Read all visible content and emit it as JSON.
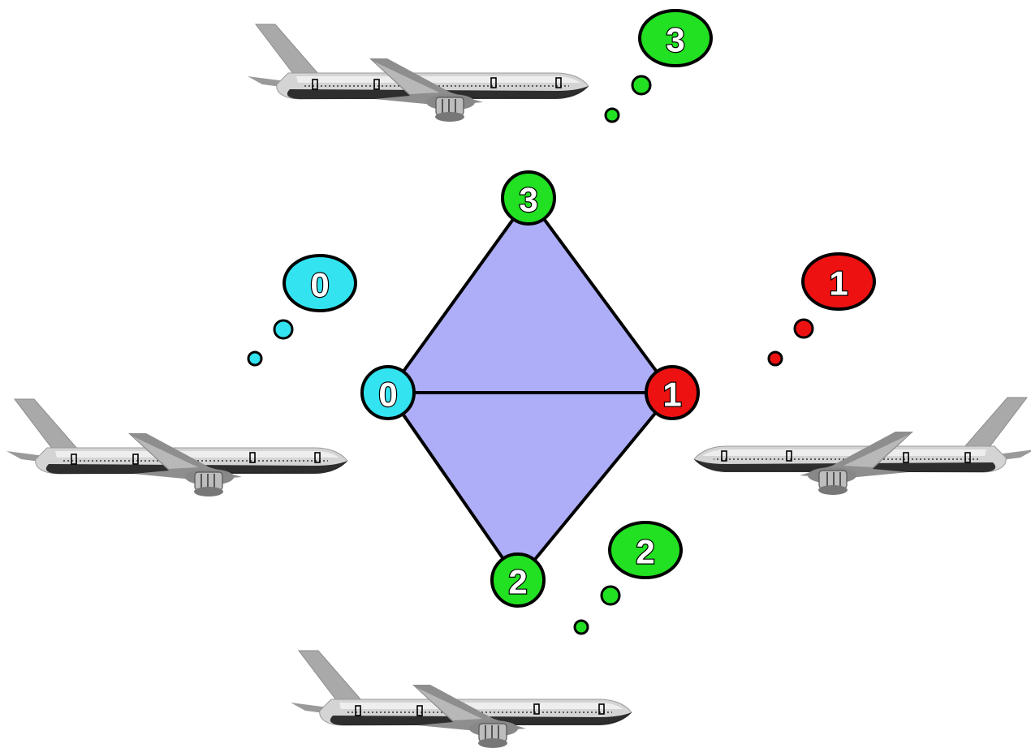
{
  "colors": {
    "cyan": "#33e3f0",
    "red": "#ee1111",
    "green": "#22e022",
    "fill": "#aeaef8",
    "outline": "#000000"
  },
  "graph": {
    "nodes": [
      {
        "id": "0",
        "label": "0",
        "color": "cyan"
      },
      {
        "id": "1",
        "label": "1",
        "color": "red"
      },
      {
        "id": "2",
        "label": "2",
        "color": "green"
      },
      {
        "id": "3",
        "label": "3",
        "color": "green"
      }
    ],
    "edges": [
      [
        "0",
        "3"
      ],
      [
        "3",
        "1"
      ],
      [
        "1",
        "2"
      ],
      [
        "2",
        "0"
      ],
      [
        "0",
        "1"
      ]
    ],
    "faces": [
      [
        "0",
        "3",
        "1"
      ],
      [
        "0",
        "1",
        "2"
      ]
    ]
  },
  "thoughts": [
    {
      "plane": "plane-top",
      "label": "3",
      "color": "green"
    },
    {
      "plane": "plane-left",
      "label": "0",
      "color": "cyan"
    },
    {
      "plane": "plane-right",
      "label": "1",
      "color": "red"
    },
    {
      "plane": "plane-bottom",
      "label": "2",
      "color": "green"
    }
  ],
  "planes": [
    {
      "name": "plane-top",
      "icon": "airplane-icon",
      "facing": "right"
    },
    {
      "name": "plane-left",
      "icon": "airplane-icon",
      "facing": "right"
    },
    {
      "name": "plane-right",
      "icon": "airplane-icon",
      "facing": "left"
    },
    {
      "name": "plane-bottom",
      "icon": "airplane-icon",
      "facing": "right"
    }
  ]
}
